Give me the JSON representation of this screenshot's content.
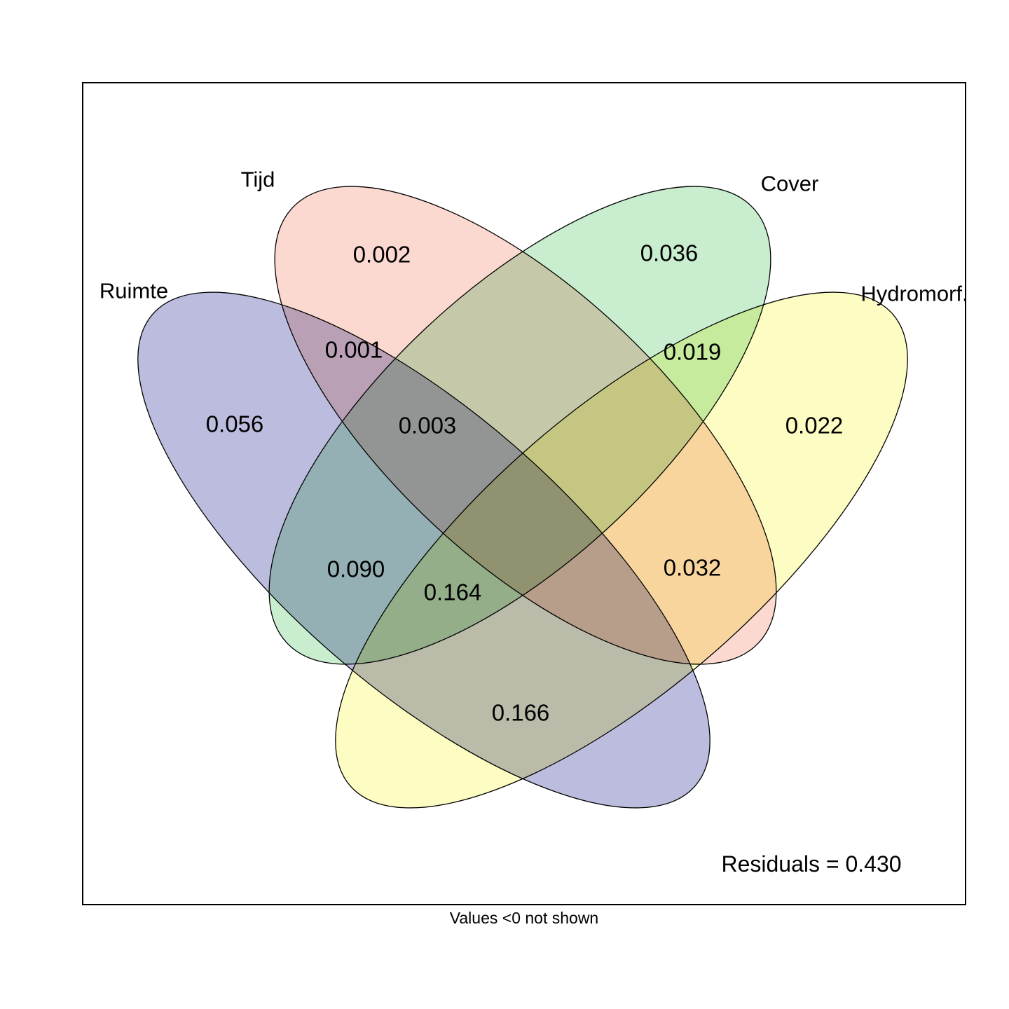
{
  "chart_data": {
    "type": "venn",
    "variant": "variance-partitioning-4-ellipse",
    "background": "#ffffff",
    "stroke_color": "#000000",
    "sets": [
      {
        "label": "Ruimte",
        "fill": "#bcbdde"
      },
      {
        "label": "Tijd",
        "fill": "#fbd8d0"
      },
      {
        "label": "Cover",
        "fill": "#c9eecf"
      },
      {
        "label": "Hydromorf.",
        "fill": "#fdfcc2"
      }
    ],
    "regions": [
      {
        "sets": [
          "Tijd"
        ],
        "value": 0.002,
        "display": "0.002"
      },
      {
        "sets": [
          "Cover"
        ],
        "value": 0.036,
        "display": "0.036"
      },
      {
        "sets": [
          "Tijd",
          "Ruimte"
        ],
        "value": 0.001,
        "display": "0.001"
      },
      {
        "sets": [
          "Cover",
          "Hydromorf."
        ],
        "value": 0.019,
        "display": "0.019"
      },
      {
        "sets": [
          "Ruimte"
        ],
        "value": 0.056,
        "display": "0.056"
      },
      {
        "sets": [
          "Tijd",
          "Ruimte",
          "Cover"
        ],
        "value": 0.003,
        "display": "0.003"
      },
      {
        "sets": [
          "Hydromorf."
        ],
        "value": 0.022,
        "display": "0.022"
      },
      {
        "sets": [
          "Ruimte",
          "Cover"
        ],
        "value": 0.09,
        "display": "0.090"
      },
      {
        "sets": [
          "Tijd",
          "Hydromorf."
        ],
        "value": 0.032,
        "display": "0.032"
      },
      {
        "sets": [
          "Ruimte",
          "Cover",
          "Hydromorf."
        ],
        "value": 0.164,
        "display": "0.164"
      },
      {
        "sets": [
          "Ruimte",
          "Hydromorf."
        ],
        "value": 0.166,
        "display": "0.166"
      }
    ],
    "residuals": {
      "value": 0.43,
      "display": "Residuals = 0.430"
    },
    "footnote": "Values <0 not shown"
  }
}
